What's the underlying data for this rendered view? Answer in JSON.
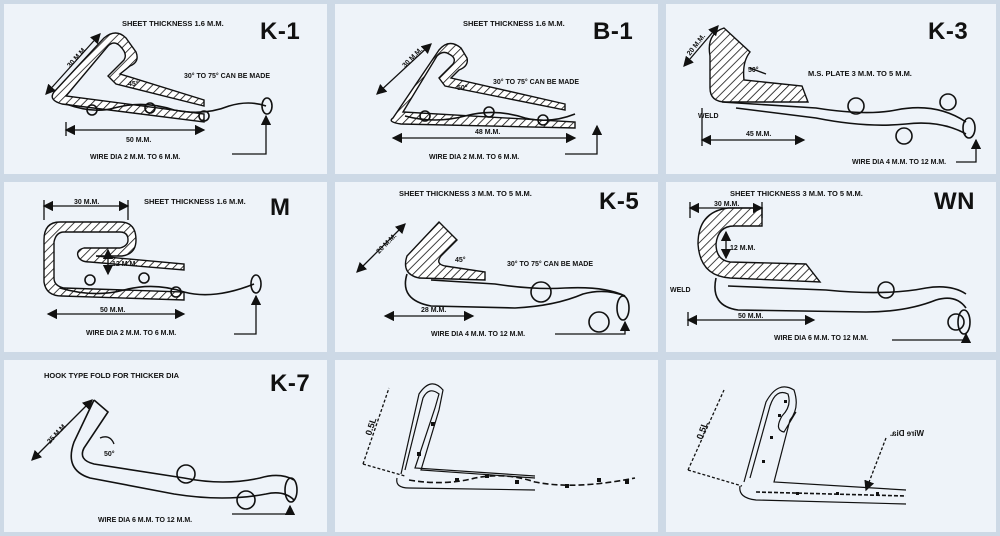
{
  "panels": {
    "k1": {
      "code": "K-1",
      "sheet": "SHEET THICKNESS 1.6 M.M.",
      "dim_slant": "30 M.M.",
      "angle": "45°",
      "range": "30° TO 75° CAN BE MADE",
      "dim_len": "50 M.M.",
      "wire": "WIRE DIA 2 M.M. TO 6 M.M."
    },
    "b1": {
      "code": "B-1",
      "sheet": "SHEET THICKNESS 1.6 M.M.",
      "dim_slant": "30 M.M.",
      "angle": "50°",
      "range": "30° TO 75° CAN BE MADE",
      "dim_len": "48 M.M.",
      "wire": "WIRE DIA 2 M.M. TO 6 M.M."
    },
    "k3": {
      "code": "K-3",
      "dim_slant": "20 M.M.",
      "angle": "50°",
      "plate": "M.S. PLATE 3 M.M. TO 5 M.M.",
      "weld": "WELD",
      "dim_len": "45 M.M.",
      "wire": "WIRE DIA 4 M.M. TO 12 M.M."
    },
    "m": {
      "code": "M",
      "sheet": "SHEET THICKNESS 1.6 M.M.",
      "dim_top": "30 M.M.",
      "dim_gap": "12 M.M.",
      "dim_len": "50 M.M.",
      "wire": "WIRE DIA 2 M.M. TO 6 M.M."
    },
    "k5": {
      "code": "K-5",
      "sheet": "SHEET THICKNESS  3 M.M. TO 5 M.M.",
      "dim_slant": "20 M.M.",
      "angle": "45°",
      "range": "30° TO 75° CAN BE MADE",
      "dim_len": "28 M.M.",
      "wire": "WIRE DIA 4 M.M. TO 12 M.M."
    },
    "wn": {
      "code": "WN",
      "sheet": "SHEET THICKNESS  3 M.M. TO 5 M.M.",
      "dim_top": "30 M.M.",
      "dim_gap": "12 M.M.",
      "weld": "WELD",
      "dim_len": "50 M.M.",
      "wire": "WIRE DIA 6 M.M. TO 12 M.M."
    },
    "k7": {
      "code": "K-7",
      "title": "HOOK TYPE FOLD FOR THICKER DIA",
      "dim_slant": "25 M.M.",
      "angle": "50°",
      "wire": "WIRE DIA 6 M.M. TO 12 M.M."
    },
    "p8": {
      "dim_slant": "0.5L"
    },
    "p9": {
      "dim_slant": "0.5L",
      "note": "Wire Dia."
    }
  },
  "colors": {
    "background": "#cdd9e6",
    "panel": "#eef3f9",
    "ink": "#111111"
  }
}
